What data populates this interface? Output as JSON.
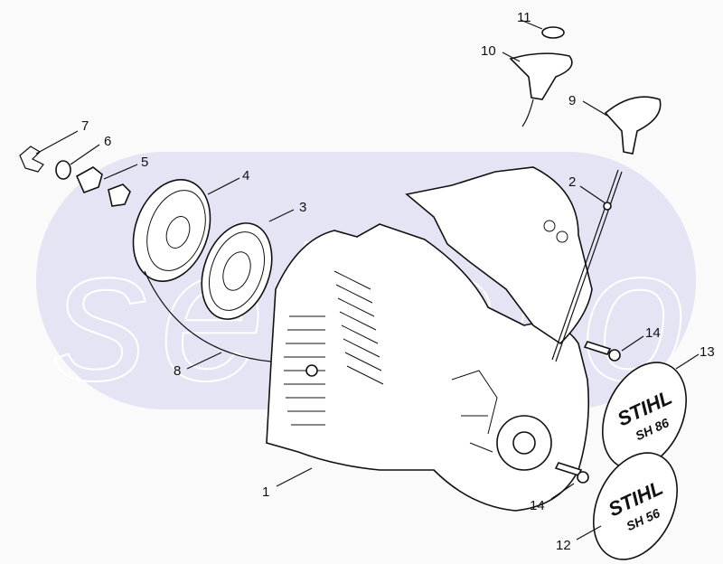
{
  "diagram": {
    "watermark": "seltoro",
    "callouts": [
      {
        "id": "callout-1",
        "text": "1"
      },
      {
        "id": "callout-2",
        "text": "2"
      },
      {
        "id": "callout-3",
        "text": "3"
      },
      {
        "id": "callout-4",
        "text": "4"
      },
      {
        "id": "callout-5",
        "text": "5"
      },
      {
        "id": "callout-6",
        "text": "6"
      },
      {
        "id": "callout-7",
        "text": "7"
      },
      {
        "id": "callout-8",
        "text": "8"
      },
      {
        "id": "callout-9",
        "text": "9"
      },
      {
        "id": "callout-10",
        "text": "10"
      },
      {
        "id": "callout-11",
        "text": "11"
      },
      {
        "id": "callout-12",
        "text": "12"
      },
      {
        "id": "callout-13",
        "text": "13"
      },
      {
        "id": "callout-14a",
        "text": "14"
      },
      {
        "id": "callout-14b",
        "text": "14"
      }
    ],
    "badges": [
      {
        "brand": "STIHL",
        "model": "SH 86"
      },
      {
        "brand": "STIHL",
        "model": "SH 56"
      }
    ],
    "colors": {
      "watermark_ellipse": "#e4e4f4",
      "line": "#111111",
      "background": "#fafafa"
    }
  }
}
